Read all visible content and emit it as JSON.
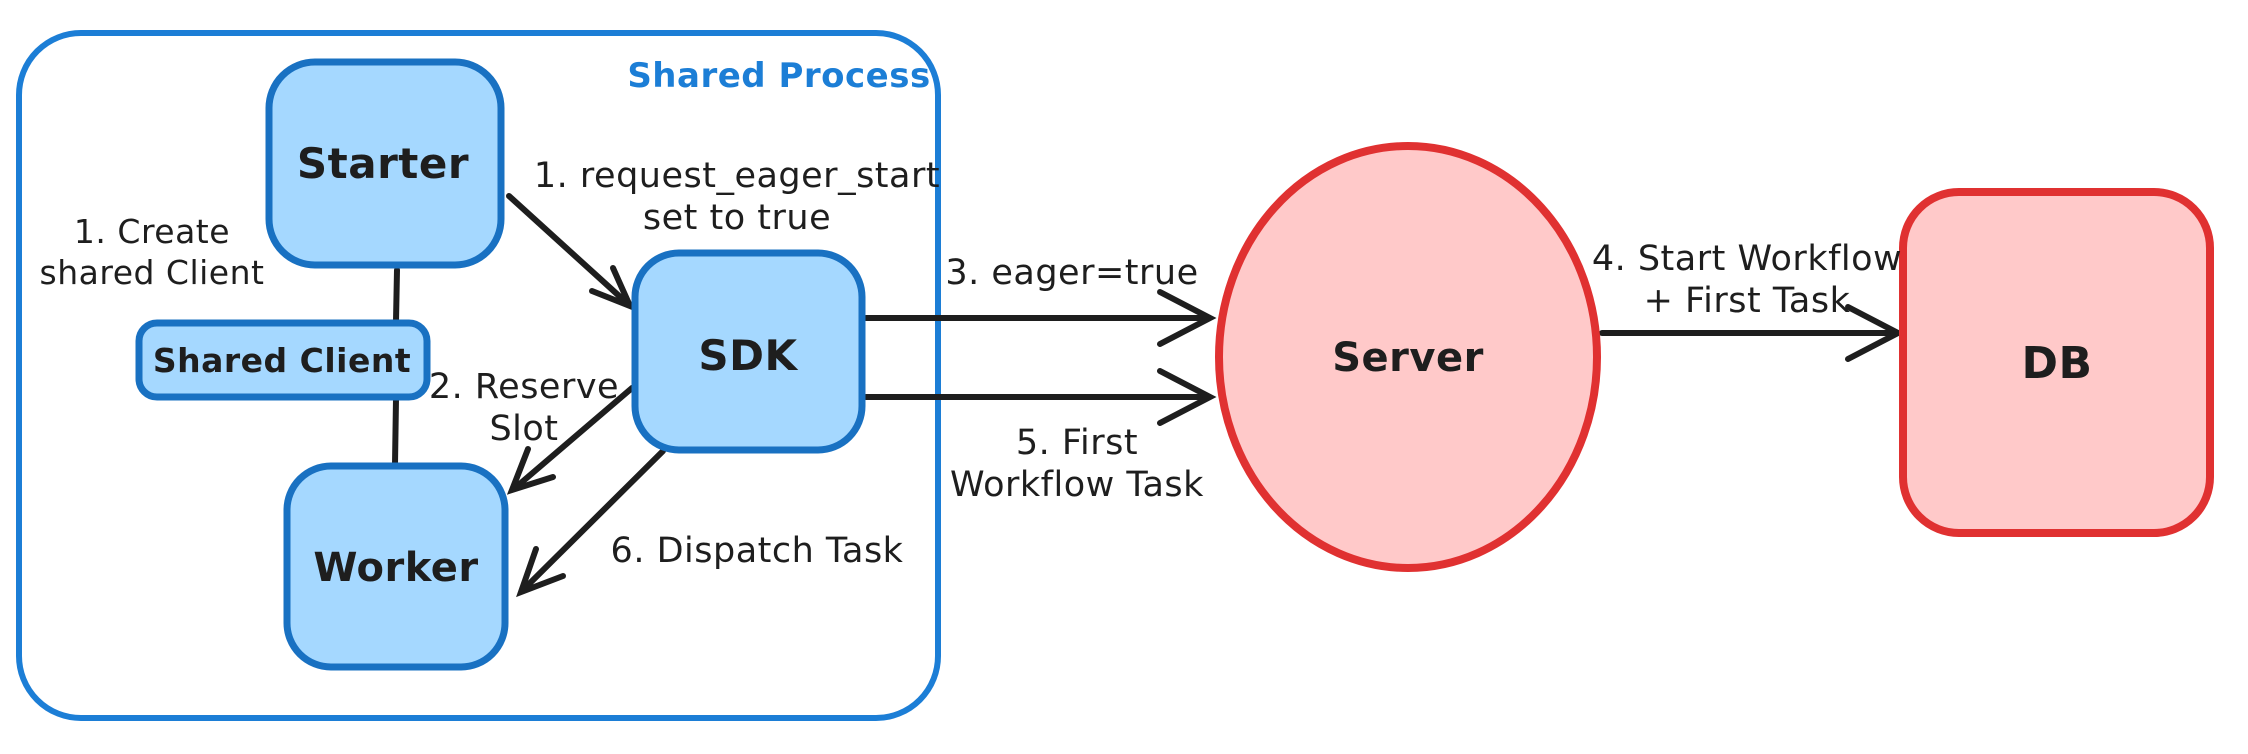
{
  "diagram": {
    "title": "Shared Process eager workflow start diagram",
    "colors": {
      "blue_fill": "#a5d8ff",
      "blue_stroke": "#1971c2",
      "container_stroke": "#1c7ed6",
      "red_fill": "#ffc9c9",
      "red_stroke": "#e03131",
      "ink": "#1e1e1e",
      "background": "#ffffff"
    },
    "container": {
      "label": "Shared Process"
    },
    "nodes": {
      "starter": {
        "label": "Starter"
      },
      "shared_client": {
        "label": "Shared Client"
      },
      "worker": {
        "label": "Worker"
      },
      "sdk": {
        "label": "SDK"
      },
      "server": {
        "label": "Server"
      },
      "db": {
        "label": "DB"
      }
    },
    "annotations": {
      "create_shared_client": {
        "line1": "1. Create",
        "line2": "shared Client"
      },
      "request_eager_start": {
        "line1": "1. request_eager_start",
        "line2": "set to true"
      },
      "reserve_slot": {
        "line1": "2. Reserve",
        "line2": "Slot"
      },
      "dispatch_task": {
        "text": "6. Dispatch Task"
      },
      "eager_true": {
        "text": "3. eager=true"
      },
      "first_workflow_task": {
        "line1": "5. First",
        "line2": "Workflow Task"
      },
      "start_workflow": {
        "line1": "4. Start Workflow",
        "line2": "+ First Task"
      }
    }
  }
}
